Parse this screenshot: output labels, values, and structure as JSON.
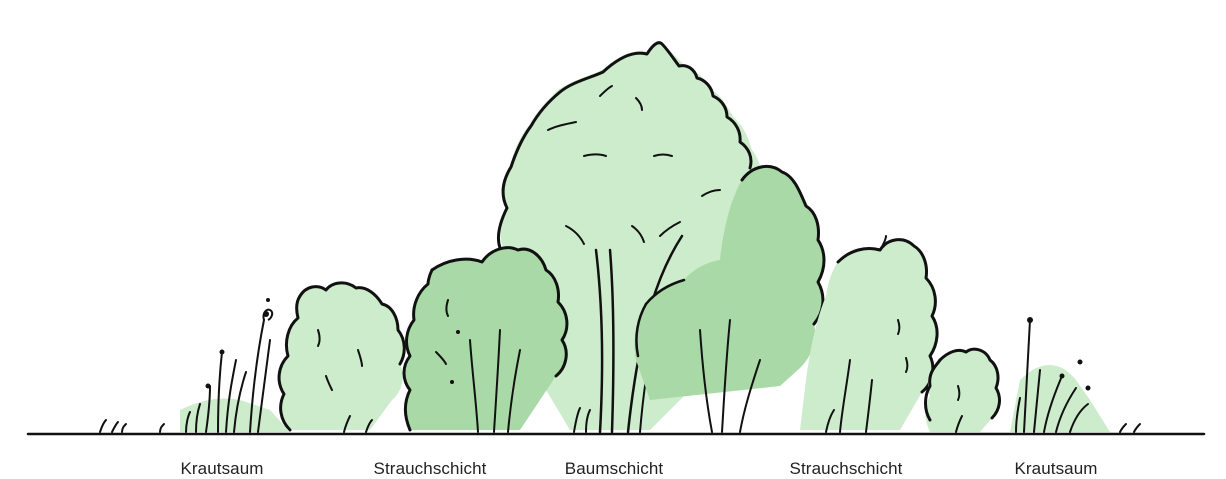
{
  "colors": {
    "light_green": "#cdeccc",
    "mid_green": "#a9d9a6",
    "ink": "#111111",
    "background": "#ffffff"
  },
  "labels": {
    "left_herb": "Krautsaum",
    "left_shrub": "Strauchschicht",
    "tree": "Baumschicht",
    "right_shrub": "Strauchschicht",
    "right_herb": "Krautsaum"
  }
}
